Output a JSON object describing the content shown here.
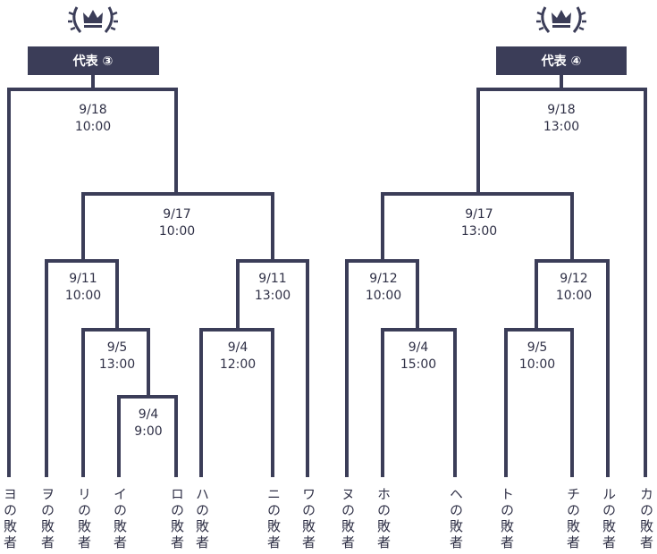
{
  "brackets": [
    {
      "title": "代表 ③",
      "matches": [
        {
          "date": "9/18",
          "time": "10:00"
        },
        {
          "date": "9/17",
          "time": "10:00"
        },
        {
          "date": "9/11",
          "time": "10:00"
        },
        {
          "date": "9/11",
          "time": "13:00"
        },
        {
          "date": "9/5",
          "time": "13:00"
        },
        {
          "date": "9/4",
          "time": "12:00"
        },
        {
          "date": "9/4",
          "time": "9:00"
        }
      ],
      "teams": [
        "ヨの敗者",
        "ヲの敗者",
        "リの敗者",
        "イの敗者",
        "ロの敗者",
        "ハの敗者",
        "ニの敗者",
        "ワの敗者"
      ]
    },
    {
      "title": "代表 ④",
      "matches": [
        {
          "date": "9/18",
          "time": "13:00"
        },
        {
          "date": "9/17",
          "time": "13:00"
        },
        {
          "date": "9/12",
          "time": "10:00"
        },
        {
          "date": "9/12",
          "time": "10:00"
        },
        {
          "date": "9/4",
          "time": "15:00"
        },
        {
          "date": "9/5",
          "time": "10:00"
        }
      ],
      "teams": [
        "ヌの敗者",
        "ホの敗者",
        "ヘの敗者",
        "トの敗者",
        "チの敗者",
        "ルの敗者",
        "カの敗者"
      ]
    }
  ],
  "icons": [
    "crown-laurel-icon",
    "crown-laurel-icon"
  ],
  "colors": {
    "line": "#3b3d58",
    "text": "#2f3046"
  }
}
